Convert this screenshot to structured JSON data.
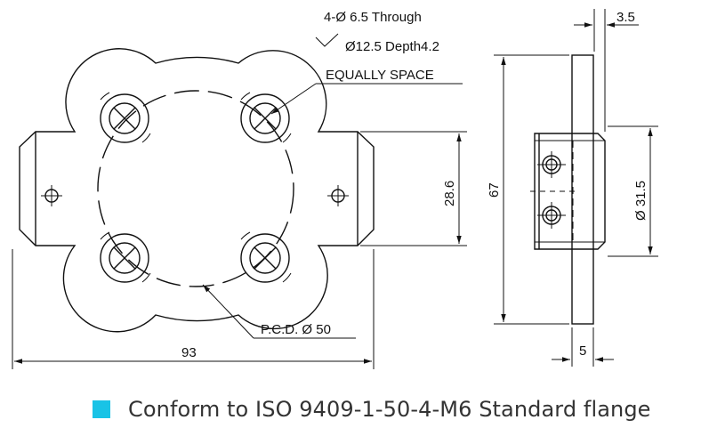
{
  "annotations": {
    "holes": "4-Ø  6.5 Through",
    "counterbore": "Ø12.5  Depth4.2",
    "spacing": "EQUALLY SPACE",
    "pcd": "P.C.D.  Ø  50"
  },
  "dimensions": {
    "width": "93",
    "height_left": "28.6",
    "height_total": "67",
    "boss_dia": "Ø 31.5",
    "thickness": "3.5",
    "flange_thickness": "5"
  },
  "caption": {
    "text": "Conform to ISO 9409-1-50-4-M6 Standard flange",
    "marker_color": "#19c3e6"
  }
}
